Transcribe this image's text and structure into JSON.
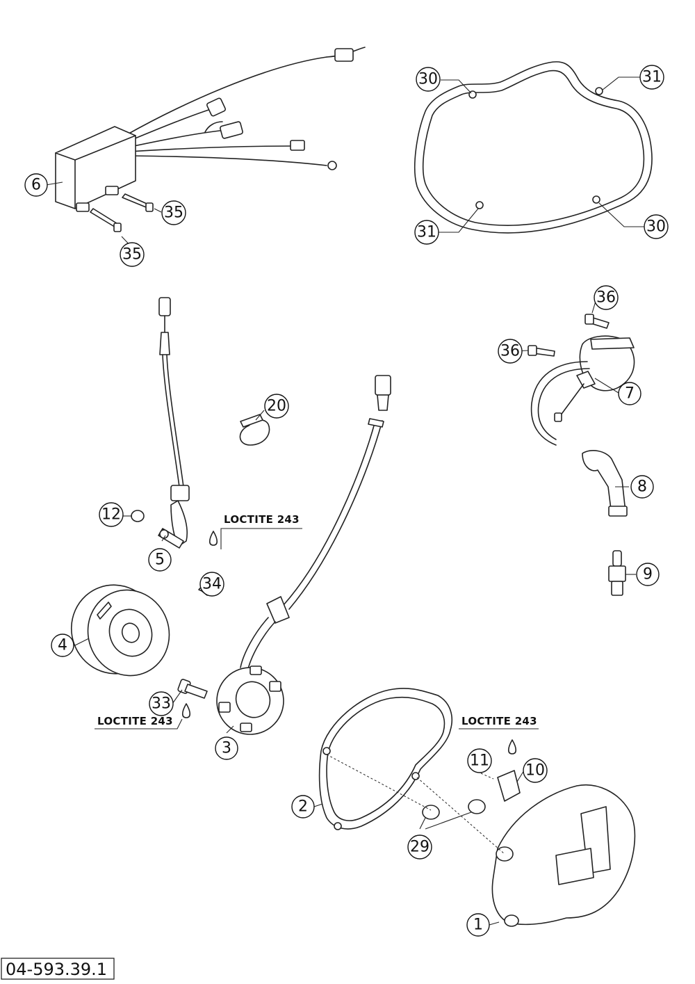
{
  "diagram": {
    "callouts": [
      "1",
      "2",
      "3",
      "4",
      "5",
      "6",
      "7",
      "8",
      "9",
      "10",
      "11",
      "12",
      "20",
      "29",
      "30",
      "31",
      "33",
      "34",
      "35",
      "36"
    ],
    "loctite_label": "LOCTITE 243",
    "drawing_code": "04-593.39.1"
  }
}
